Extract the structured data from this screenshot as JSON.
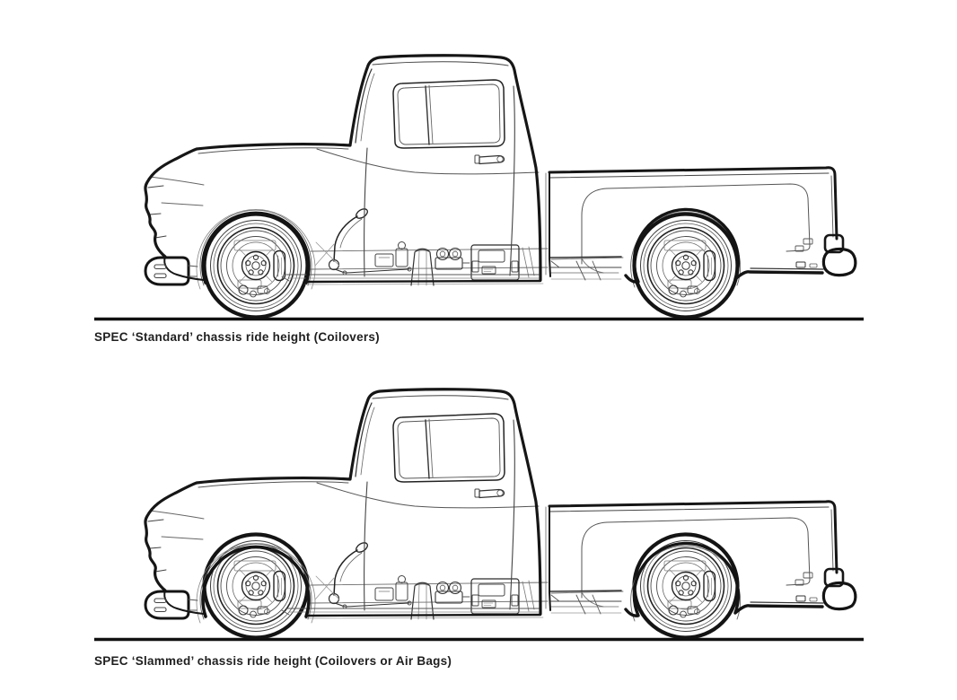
{
  "page": {
    "background_color": "#ffffff",
    "line_color": "#161616"
  },
  "figures": [
    {
      "id": "standard",
      "caption": "SPEC ‘Standard’ chassis ride height (Coilovers)",
      "suspension_label": "Coilovers"
    },
    {
      "id": "slammed",
      "caption": "SPEC ‘Slammed’ chassis ride height (Coilovers or Air Bags)",
      "suspension_label": "Coilovers or Air Bags"
    }
  ]
}
